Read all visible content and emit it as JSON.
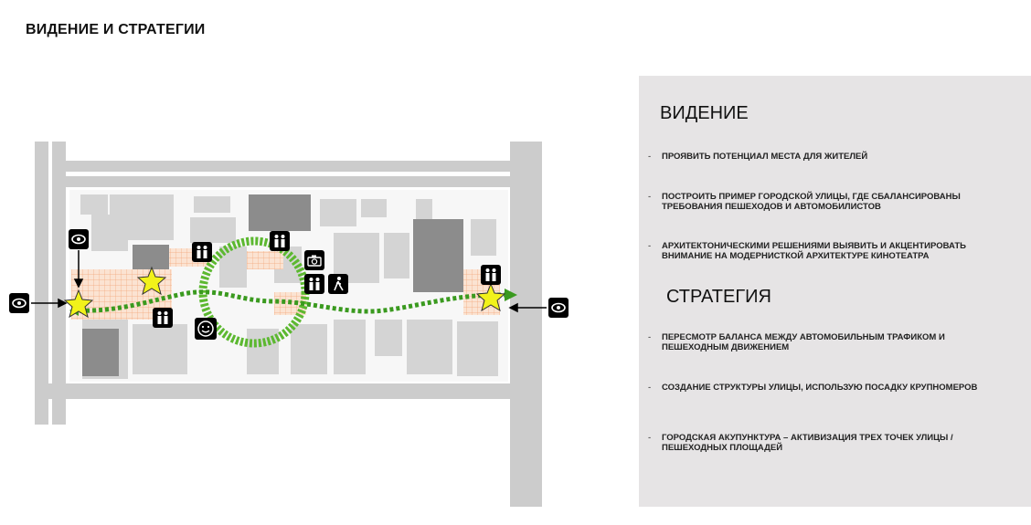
{
  "page": {
    "title": "ВИДЕНИЕ И СТРАТЕГИИ"
  },
  "panel": {
    "vision_heading": "ВИДЕНИЕ",
    "vision_items": [
      "ПРОЯВИТЬ ПОТЕНЦИАЛ МЕСТА ДЛЯ ЖИТЕЛЕЙ",
      "ПОСТРОИТЬ ПРИМЕР ГОРОДСКОЙ УЛИЦЫ, ГДЕ СБАЛАНСИРОВАНЫ ТРЕБОВАНИЯ ПЕШЕХОДОВ И АВТОМОБИЛИСТОВ",
      "АРХИТЕКТОНИЧЕСКИМИ РЕШЕНИЯМИ ВЫЯВИТЬ И АКЦЕНТИРОВАТЬ ВНИМАНИЕ НА МОДЕРНИСТКОЙ АРХИТЕКТУРЕ КИНОТЕАТРА"
    ],
    "strategy_heading": "СТРАТЕГИЯ",
    "strategy_items": [
      "ПЕРЕСМОТР БАЛАНСА  МЕЖДУ АВТОМОБИЛЬНЫМ ТРАФИКОМ И ПЕШЕХОДНЫМ ДВИЖЕНИЕМ",
      "СОЗДАНИЕ СТРУКТУРЫ УЛИЦЫ, ИСПОЛЬЗУЮ ПОСАДКУ КРУПНОМЕРОВ",
      "ГОРОДСКАЯ АКУПУНКТУРА – АКТИВИЗАЦИЯ ТРЕХ ТОЧЕК УЛИЦЫ / ПЕШЕХОДНЫХ ПЛОЩАДЕЙ"
    ],
    "dash": "-"
  },
  "map": {
    "icons": {
      "viewpoint": "eye-icon",
      "pedestrians": "people-icon",
      "camera": "camera-icon",
      "walker": "walking-person-icon",
      "face": "smiley-icon",
      "star": "star-icon",
      "arrow": "arrow-icon"
    },
    "colors": {
      "roads": "#c9c9c9",
      "buildings_dark": "#8a8a8a",
      "buildings_light": "#d4d4d4",
      "route_green": "#3a9a1f",
      "loop_green": "#59b92e",
      "plaza_orange": "#f2b48a",
      "star_yellow": "#f2f21a",
      "icon_black": "#000000"
    }
  }
}
